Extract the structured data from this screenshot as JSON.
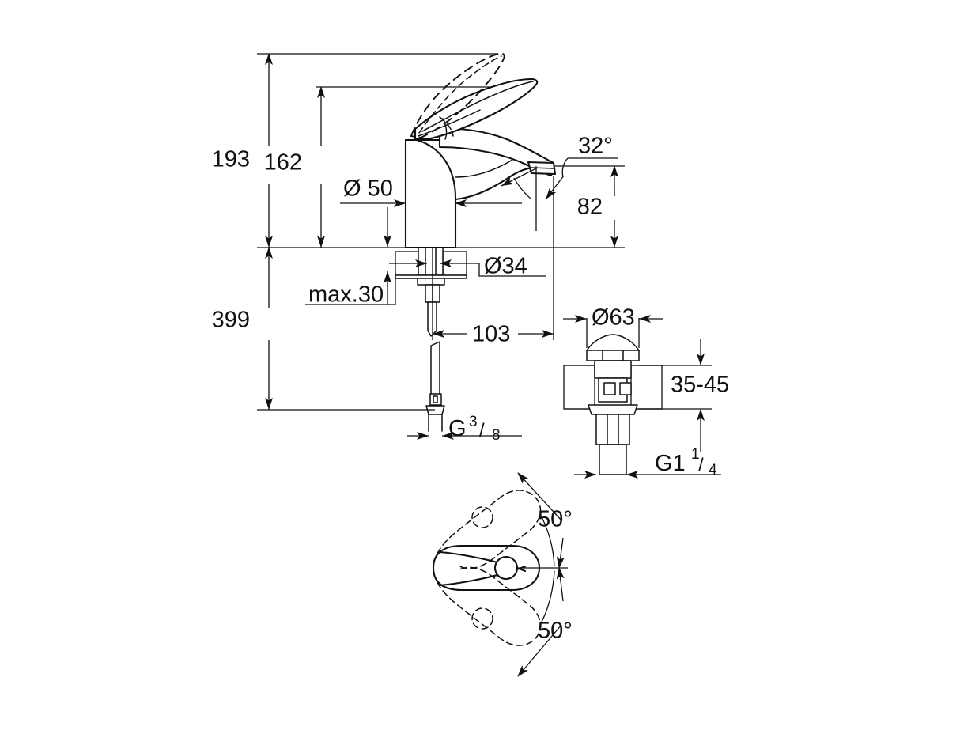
{
  "drawing": {
    "title": "Single-lever basin mixer dimension drawing",
    "background_color": "#ffffff",
    "line_color": "#111111",
    "units": "mm",
    "views": [
      {
        "id": "side-elevation",
        "label": "Side elevation of basin mixer"
      },
      {
        "id": "drain-section",
        "label": "Push-open waste / drain section"
      },
      {
        "id": "lever-top-view",
        "label": "Lever swivel range top view"
      }
    ]
  },
  "dimensions": {
    "height_overall": "193",
    "height_spout": "162",
    "height_total_with_tails": "399",
    "spout_projection": "103",
    "spout_outlet_height": "82",
    "body_diameter": "Ø 50",
    "base_diameter": "Ø34",
    "deck_thickness": "max.30",
    "outlet_angle": "32°",
    "inlet_thread": {
      "prefix": "G",
      "numerator": "3",
      "denominator": "8"
    },
    "drain_cap_diameter": "Ø63",
    "drain_deck_range": "35-45",
    "drain_thread": {
      "prefix": "G1",
      "numerator": "1",
      "denominator": "4"
    },
    "lever_swivel_upper": "50°",
    "lever_swivel_lower": "50°"
  },
  "labels": {
    "h193": "193",
    "h162": "162",
    "h399": "399",
    "d50": "Ø 50",
    "d34": "Ø34",
    "max30": "max.30",
    "len103": "103",
    "h82": "82",
    "ang32": "32°",
    "d63": "Ø63",
    "range3545": "35-45",
    "ang50_top": "50°",
    "ang50_bottom": "50°",
    "g38_prefix": "G",
    "g38_num": "3",
    "g38_slash": "/",
    "g38_den": "8",
    "g114_prefix": "G1",
    "g114_num": "1",
    "g114_slash": "/",
    "g114_den": "4"
  }
}
